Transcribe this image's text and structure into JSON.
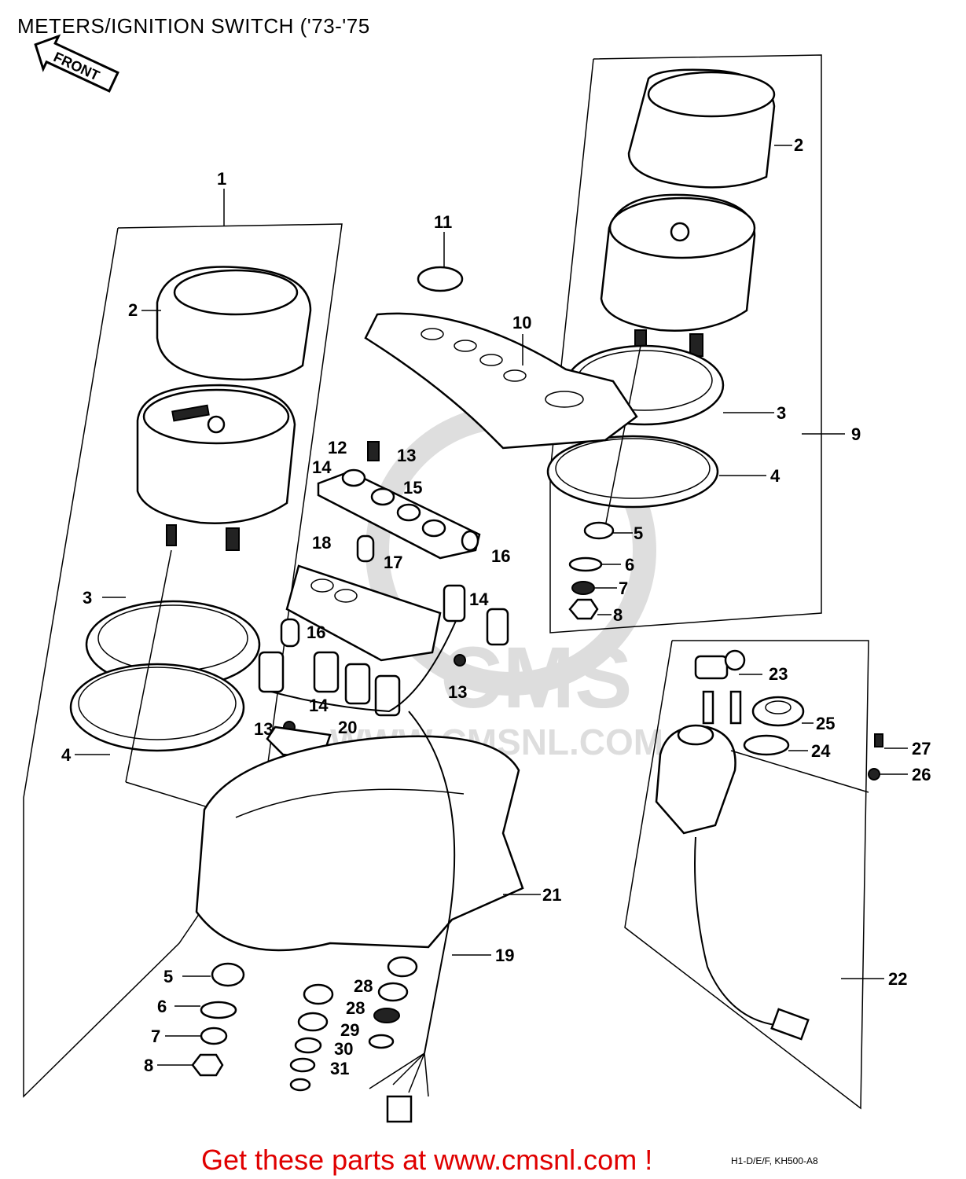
{
  "title": "METERS/IGNITION SWITCH ('73-'75",
  "front_arrow_label": "FRONT",
  "watermark": "WWW.CMSNL.COM",
  "watermark_logo": "CMS",
  "footer": {
    "call_to_action": "Get these parts at www.cmsnl.com !",
    "drawing_code": "H1-D/E/F, KH500-A8"
  },
  "callouts": [
    {
      "id": "c1",
      "text": "1"
    },
    {
      "id": "c2a",
      "text": "2"
    },
    {
      "id": "c2b",
      "text": "2"
    },
    {
      "id": "c3a",
      "text": "3"
    },
    {
      "id": "c3b",
      "text": "3"
    },
    {
      "id": "c4a",
      "text": "4"
    },
    {
      "id": "c4b",
      "text": "4"
    },
    {
      "id": "c5a",
      "text": "5"
    },
    {
      "id": "c5b",
      "text": "5"
    },
    {
      "id": "c6a",
      "text": "6"
    },
    {
      "id": "c6b",
      "text": "6"
    },
    {
      "id": "c7a",
      "text": "7"
    },
    {
      "id": "c7b",
      "text": "7"
    },
    {
      "id": "c8a",
      "text": "8"
    },
    {
      "id": "c8b",
      "text": "8"
    },
    {
      "id": "c9",
      "text": "9"
    },
    {
      "id": "c10",
      "text": "10"
    },
    {
      "id": "c11",
      "text": "11"
    },
    {
      "id": "c12",
      "text": "12"
    },
    {
      "id": "c13a",
      "text": "13"
    },
    {
      "id": "c13b",
      "text": "13"
    },
    {
      "id": "c13c",
      "text": "13"
    },
    {
      "id": "c14a",
      "text": "14"
    },
    {
      "id": "c14b",
      "text": "14"
    },
    {
      "id": "c14c",
      "text": "14"
    },
    {
      "id": "c15",
      "text": "15"
    },
    {
      "id": "c16a",
      "text": "16"
    },
    {
      "id": "c16b",
      "text": "16"
    },
    {
      "id": "c17",
      "text": "17"
    },
    {
      "id": "c18",
      "text": "18"
    },
    {
      "id": "c19",
      "text": "19"
    },
    {
      "id": "c20",
      "text": "20"
    },
    {
      "id": "c21",
      "text": "21"
    },
    {
      "id": "c22",
      "text": "22"
    },
    {
      "id": "c23",
      "text": "23"
    },
    {
      "id": "c24",
      "text": "24"
    },
    {
      "id": "c25",
      "text": "25"
    },
    {
      "id": "c26",
      "text": "26"
    },
    {
      "id": "c27",
      "text": "27"
    },
    {
      "id": "c28a",
      "text": "28"
    },
    {
      "id": "c28b",
      "text": "28"
    },
    {
      "id": "c29",
      "text": "29"
    },
    {
      "id": "c30",
      "text": "30"
    },
    {
      "id": "c31",
      "text": "31"
    }
  ]
}
